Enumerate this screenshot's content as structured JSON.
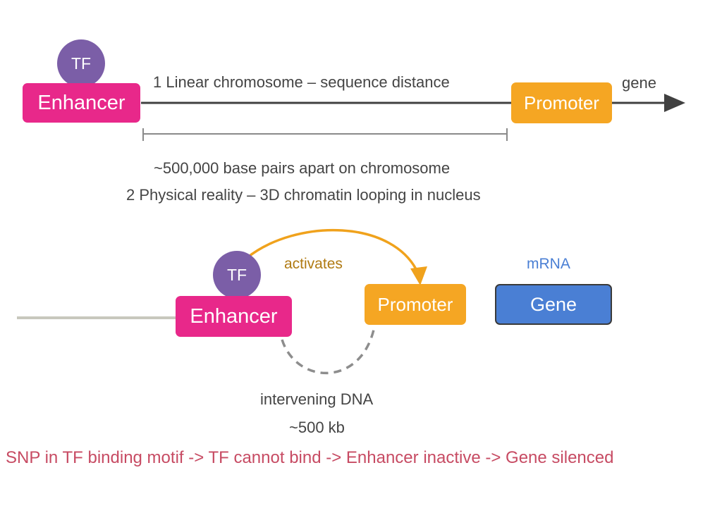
{
  "colors": {
    "enhancer": "#e8288a",
    "promoter": "#f5a623",
    "tf": "#7b5ea7",
    "gene": "#4a7fd4",
    "chromosome_line": "#404040",
    "dna_line": "#c8c8bd",
    "activation_arrow": "#f0a21c",
    "footer_text": "#c74b63"
  },
  "panel1": {
    "tf_label": "TF",
    "enhancer_label": "Enhancer",
    "heading": "1 Linear chromosome – sequence distance",
    "promoter_label": "Promoter",
    "gene_label": "gene",
    "distance_label": "~500,000 base pairs apart on chromosome"
  },
  "panel2": {
    "heading": "2 Physical reality – 3D chromatin looping in nucleus",
    "tf_label": "TF",
    "enhancer_label": "Enhancer",
    "activates_label": "activates",
    "promoter_label": "Promoter",
    "mrna_label": "mRNA",
    "gene_label": "Gene",
    "loop_label": "intervening DNA",
    "loop_size": "~500 kb"
  },
  "footer": "SNP in TF binding motif -> TF cannot bind -> Enhancer inactive -> Gene silenced"
}
